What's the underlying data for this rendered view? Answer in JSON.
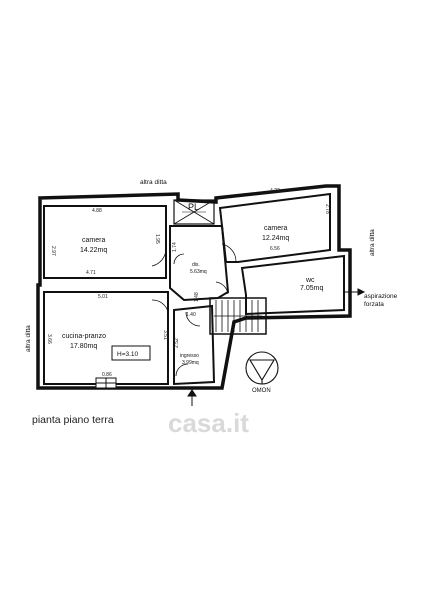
{
  "caption": "pianta piano terra",
  "neighbours": {
    "top": "altra ditta",
    "right": "altra ditta",
    "left": "altra ditta"
  },
  "aspiration_label": [
    "aspirazione",
    "forzata"
  ],
  "pl_label": "PL",
  "height_label": "H=3.10",
  "north_label": "OMON",
  "watermark": "casa.it",
  "rooms": [
    {
      "name": "camera",
      "area": "14.22mq"
    },
    {
      "name": "camera",
      "area": "12.24mq"
    },
    {
      "name": "wc",
      "area": "7.05mq"
    },
    {
      "name": "cucina-pranzo",
      "area": "17.80mq"
    },
    {
      "name": "dis.",
      "area": "5.63mq"
    },
    {
      "name": "ingresso",
      "area": "3.99mq"
    }
  ],
  "dimensions": {
    "camera1_width": "4.88",
    "camera1_height": "2.97",
    "camera1_inner": "4.71",
    "camera2_width": "4.22",
    "camera2_height": "2.78",
    "wc_width": "6.56",
    "cucina_width": "5.01",
    "cucina_height": "3.66",
    "cucina_side": "3.51",
    "door_w": "0.86",
    "dis_h": "1.74",
    "dis_w": "1.95",
    "ingresso_h": "2.52",
    "small1": "1.48",
    "small2": "1.40"
  }
}
